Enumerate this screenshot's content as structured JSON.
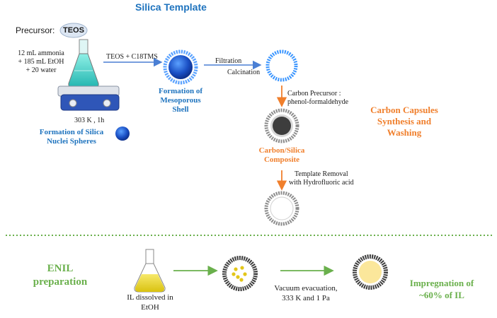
{
  "silica": {
    "title": "Silica Template",
    "precursor_label": "Precursor:",
    "precursor_name": "TEOS",
    "recipe": [
      "12 mL ammonia",
      "+ 185 mL EtOH",
      "+ 20 water"
    ],
    "arrow1_label": "TEOS + C18TMS",
    "conditions": "303 K , 1h",
    "nuclei_label": [
      "Formation of Silica",
      "Nuclei Spheres"
    ],
    "shell_label": [
      "Formation of",
      "Mesoporous",
      "Shell"
    ],
    "filtration": "Filtration",
    "calcination": "Calcination"
  },
  "carbon": {
    "precursor_label": [
      "Carbon Precursor :",
      "phenol-formaldehyde"
    ],
    "section_title": [
      "Carbon Capsules",
      "Synthesis and",
      "Washing"
    ],
    "composite_label": [
      "Carbon/Silica",
      "Composite"
    ],
    "removal_label": [
      "Template Removal",
      "with Hydrofluoric acid"
    ]
  },
  "enil": {
    "section_title": [
      "ENIL",
      "preparation"
    ],
    "il_label": [
      "IL dissolved in",
      "EtOH"
    ],
    "vacuum_label": [
      "Vacuum evacuation,",
      "333 K and 1 Pa"
    ],
    "impregnation_label": [
      "Impregnation of",
      "~60% of IL"
    ]
  },
  "colors": {
    "blue": "#1e73be",
    "orange": "#f07f2c",
    "green": "#6ab04c"
  }
}
